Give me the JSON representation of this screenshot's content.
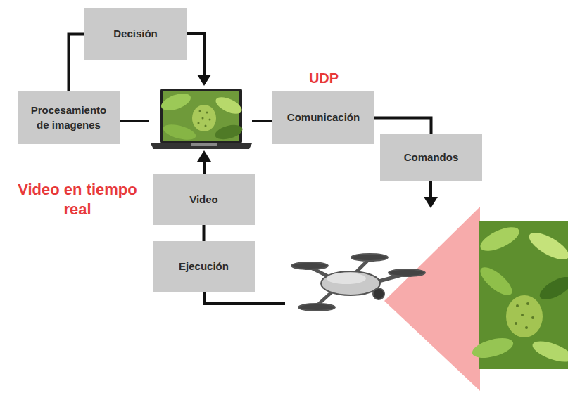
{
  "diagram": {
    "nodes": [
      {
        "text": [
          "Decisión"
        ]
      },
      {
        "text": [
          "Procesamiento de imagenes"
        ]
      },
      {
        "text": [
          "Comunicación"
        ]
      },
      {
        "text": [
          "Comandos"
        ]
      },
      {
        "text": [
          "Video"
        ]
      },
      {
        "text": [
          "Ejecución"
        ]
      }
    ],
    "edges": [
      {
        "from": 1,
        "to": 0,
        "arrow": "none"
      },
      {
        "from": 2,
        "to": 3,
        "arrow": "none"
      },
      {
        "from": 5,
        "to": 4,
        "arrow": "none"
      }
    ],
    "labels": [
      "UDP",
      "Video en tiempo real"
    ]
  }
}
